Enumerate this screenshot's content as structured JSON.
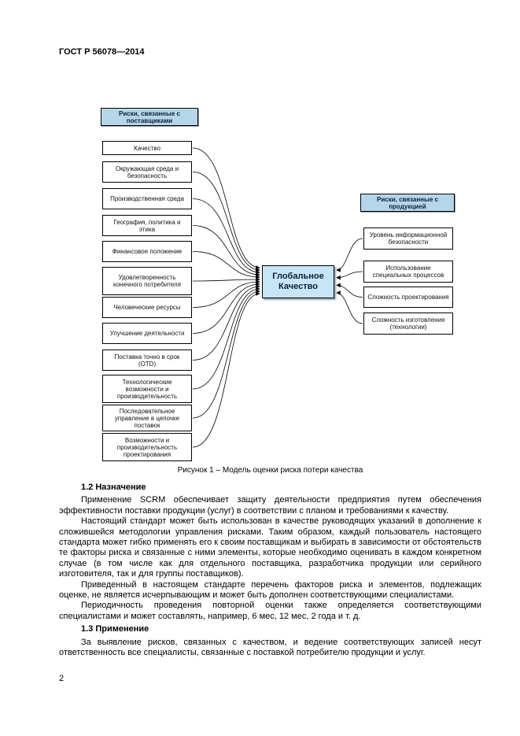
{
  "page": {
    "header": "ГОСТ Р 56078—2014",
    "page_number": "2"
  },
  "diagram": {
    "colors": {
      "group_header_fill": "#b5d5e9",
      "center_fill": "#c6e5f6",
      "box_border": "#000000"
    },
    "left_group": {
      "header": "Риски, связанные с поставщиками",
      "items": [
        "Качество",
        "Окружающая среда и безопасность",
        "Производственная среда",
        "География, политика и этика",
        "Финансовое положение",
        "Удовлетворенность конечного потребителя",
        "Человеческие ресурсы",
        "Улучшение деятельности",
        "Поставка точно в срок (OTD)",
        "Технологические возможности и производительность",
        "Последовательное управление в цепочке поставок",
        "Возможности и производительность проектирования"
      ]
    },
    "center": "Глобальное Качество",
    "right_group": {
      "header": "Риски, связанные с продукцией",
      "items": [
        "Уровень информационной безопасности",
        "Использование специальных процессов",
        "Сложность проектирования",
        "Сложность изготовления (технологии)"
      ]
    },
    "caption": "Рисунок 1 – Модель оценки риска потери качества"
  },
  "sections": [
    {
      "heading": "1.2 Назначение",
      "paragraphs": [
        "Применение SCRM обеспечивает защиту деятельности предприятия путем обеспечения эффективности поставки продукции (услуг) в соответствии с планом и требованиями к качеству.",
        "Настоящий стандарт может быть использован в качестве руководящих указаний в дополнение к сложившейся методологии управления рисками. Таким образом, каждый пользователь настоящего стандарта может гибко применять его к своим поставщикам и выбирать в зависимости от обстоятельств те факторы риска и связанные с ними элементы, которые необходимо оценивать в каждом конкретном случае (в том числе как для отдельного поставщика, разработчика продукции или серийного изготовителя, так и для группы поставщиков).",
        "Приведенный в настоящем стандарте перечень факторов риска и элементов, подлежащих оценке, не является исчерпывающим и может быть дополнен соответствующими специалистами.",
        "Периодичность проведения повторной оценки также определяется соответствующими специалистами и может составлять, например, 6 мес, 12 мес, 2 года и т. д."
      ]
    },
    {
      "heading": "1.3 Применение",
      "paragraphs": [
        "За выявление рисков, связанных с качеством, и ведение соответствующих записей несут ответственность все специалисты, связанные с поставкой потребителю продукции и услуг."
      ]
    }
  ]
}
